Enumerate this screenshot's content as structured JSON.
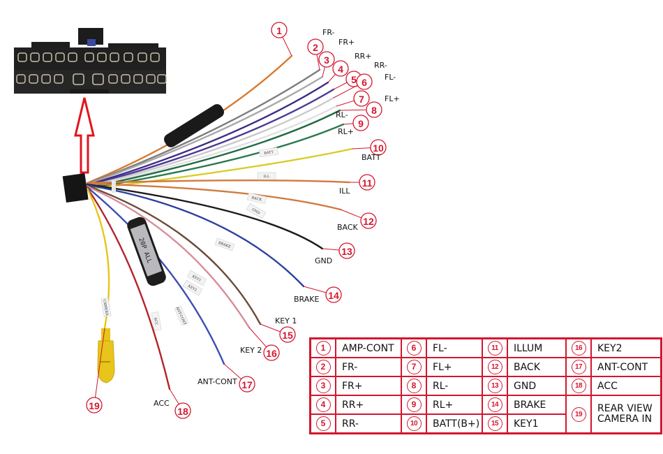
{
  "diagram": {
    "title": "Car stereo 20-pin wiring harness",
    "fuse_label": "20P ALL",
    "wires": [
      {
        "num": "1",
        "label": "",
        "color": "#d9792e"
      },
      {
        "num": "2",
        "label": "FR-",
        "color": "#7d7d7d"
      },
      {
        "num": "3",
        "label": "FR+",
        "color": "#a9a9a9"
      },
      {
        "num": "4",
        "label": "RR+",
        "color": "#3f2a85"
      },
      {
        "num": "5",
        "label": "RR-",
        "color": "#4b3a96"
      },
      {
        "num": "6",
        "label": "FL-",
        "color": "#c9c9c9"
      },
      {
        "num": "7",
        "label": "FL+",
        "color": "#e1e1e1"
      },
      {
        "num": "8",
        "label": "RL-",
        "color": "#1f6b45"
      },
      {
        "num": "9",
        "label": "RL+",
        "color": "#2a7a50"
      },
      {
        "num": "10",
        "label": "BATT",
        "color": "#d8cc25"
      },
      {
        "num": "11",
        "label": "ILL",
        "color": "#d27a3f"
      },
      {
        "num": "12",
        "label": "BACK",
        "color": "#d27a3f"
      },
      {
        "num": "13",
        "label": "GND",
        "color": "#1a1a1a"
      },
      {
        "num": "14",
        "label": "BRAKE",
        "color": "#2b3fa0"
      },
      {
        "num": "15",
        "label": "KEY 1",
        "color": "#6b4b3a"
      },
      {
        "num": "16",
        "label": "KEY 2",
        "color": "#d98b98"
      },
      {
        "num": "17",
        "label": "ANT-CONT",
        "color": "#3c4fb0"
      },
      {
        "num": "18",
        "label": "ACC",
        "color": "#b3222a"
      },
      {
        "num": "19",
        "label": "",
        "color": "#e7c51a"
      }
    ],
    "tags": {
      "batt": "BATT",
      "ill": "ILL",
      "back": "BACK",
      "gnd": "GND",
      "brake": "BRAKE",
      "key1": "KEY1",
      "key2": "KEY2",
      "acc": "ACC",
      "ant": "ANT-CONT",
      "cam": "CAMERA"
    }
  },
  "legend": {
    "rows": [
      [
        {
          "num": "1",
          "name": "AMP-CONT"
        },
        {
          "num": "6",
          "name": "FL-"
        },
        {
          "num": "11",
          "name": "ILLUM"
        },
        {
          "num": "16",
          "name": "KEY2"
        }
      ],
      [
        {
          "num": "2",
          "name": "FR-"
        },
        {
          "num": "7",
          "name": "FL+"
        },
        {
          "num": "12",
          "name": "BACK"
        },
        {
          "num": "17",
          "name": "ANT-CONT"
        }
      ],
      [
        {
          "num": "3",
          "name": "FR+"
        },
        {
          "num": "8",
          "name": "RL-"
        },
        {
          "num": "13",
          "name": "GND"
        },
        {
          "num": "18",
          "name": "ACC"
        }
      ],
      [
        {
          "num": "4",
          "name": "RR+"
        },
        {
          "num": "9",
          "name": "RL+"
        },
        {
          "num": "14",
          "name": "BRAKE"
        }
      ],
      [
        {
          "num": "5",
          "name": "RR-"
        },
        {
          "num": "10",
          "name": "BATT(B+)"
        },
        {
          "num": "15",
          "name": "KEY1"
        }
      ]
    ],
    "camera": {
      "num": "19",
      "line1": "REAR VIEW",
      "line2": "CAMERA IN"
    }
  }
}
